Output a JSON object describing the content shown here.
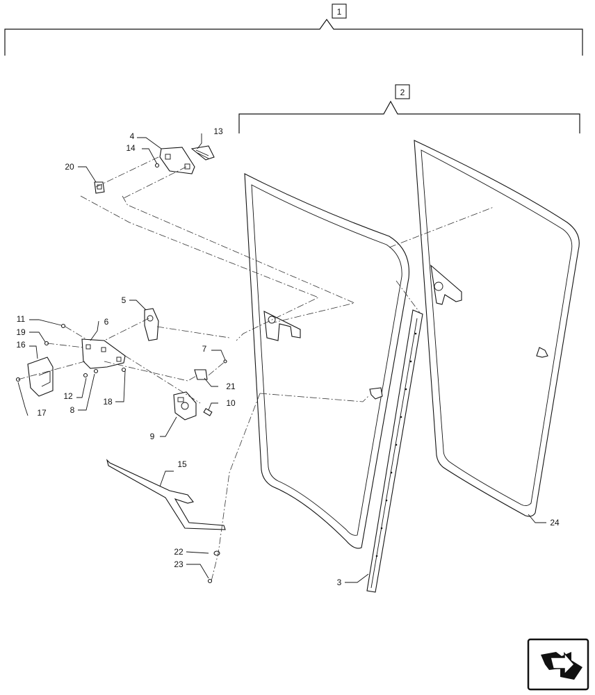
{
  "assemblies": [
    {
      "id": "assembly-1",
      "label": "1"
    },
    {
      "id": "assembly-2",
      "label": "2"
    }
  ],
  "callouts": [
    {
      "id": "callout-3",
      "label": "3"
    },
    {
      "id": "callout-4",
      "label": "4"
    },
    {
      "id": "callout-5",
      "label": "5"
    },
    {
      "id": "callout-6",
      "label": "6"
    },
    {
      "id": "callout-7",
      "label": "7"
    },
    {
      "id": "callout-8",
      "label": "8"
    },
    {
      "id": "callout-9",
      "label": "9"
    },
    {
      "id": "callout-10",
      "label": "10"
    },
    {
      "id": "callout-11",
      "label": "11"
    },
    {
      "id": "callout-12",
      "label": "12"
    },
    {
      "id": "callout-13",
      "label": "13"
    },
    {
      "id": "callout-14",
      "label": "14"
    },
    {
      "id": "callout-15",
      "label": "15"
    },
    {
      "id": "callout-16",
      "label": "16"
    },
    {
      "id": "callout-17",
      "label": "17"
    },
    {
      "id": "callout-18",
      "label": "18"
    },
    {
      "id": "callout-19",
      "label": "19"
    },
    {
      "id": "callout-20",
      "label": "20"
    },
    {
      "id": "callout-21",
      "label": "21"
    },
    {
      "id": "callout-22",
      "label": "22"
    },
    {
      "id": "callout-23",
      "label": "23"
    },
    {
      "id": "callout-24",
      "label": "24"
    }
  ],
  "navigation": {
    "icon": "next-page-arrow-icon"
  }
}
